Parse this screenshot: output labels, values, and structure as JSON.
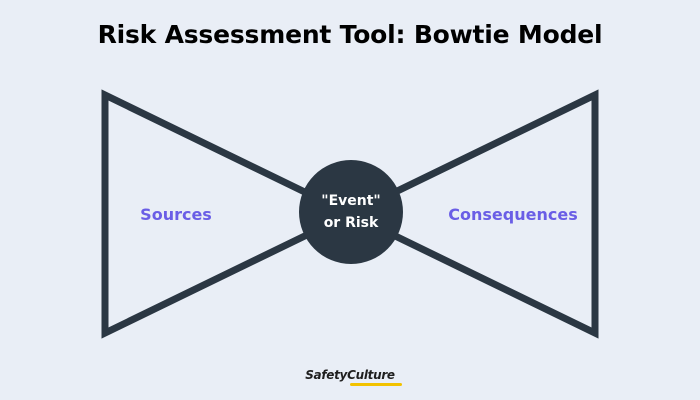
{
  "title": "Risk Assessment Tool: Bowtie Model",
  "diagram": {
    "left_label": "Sources",
    "right_label": "Consequences",
    "center_line1": "\"Event\"",
    "center_line2": "or Risk"
  },
  "logo": "SafetyCulture",
  "colors": {
    "background": "#e9eef6",
    "outline": "#2b3743",
    "label": "#6a5ee6",
    "center_fill": "#2b3743",
    "center_text": "#ffffff",
    "logo_accent": "#f2c200"
  }
}
